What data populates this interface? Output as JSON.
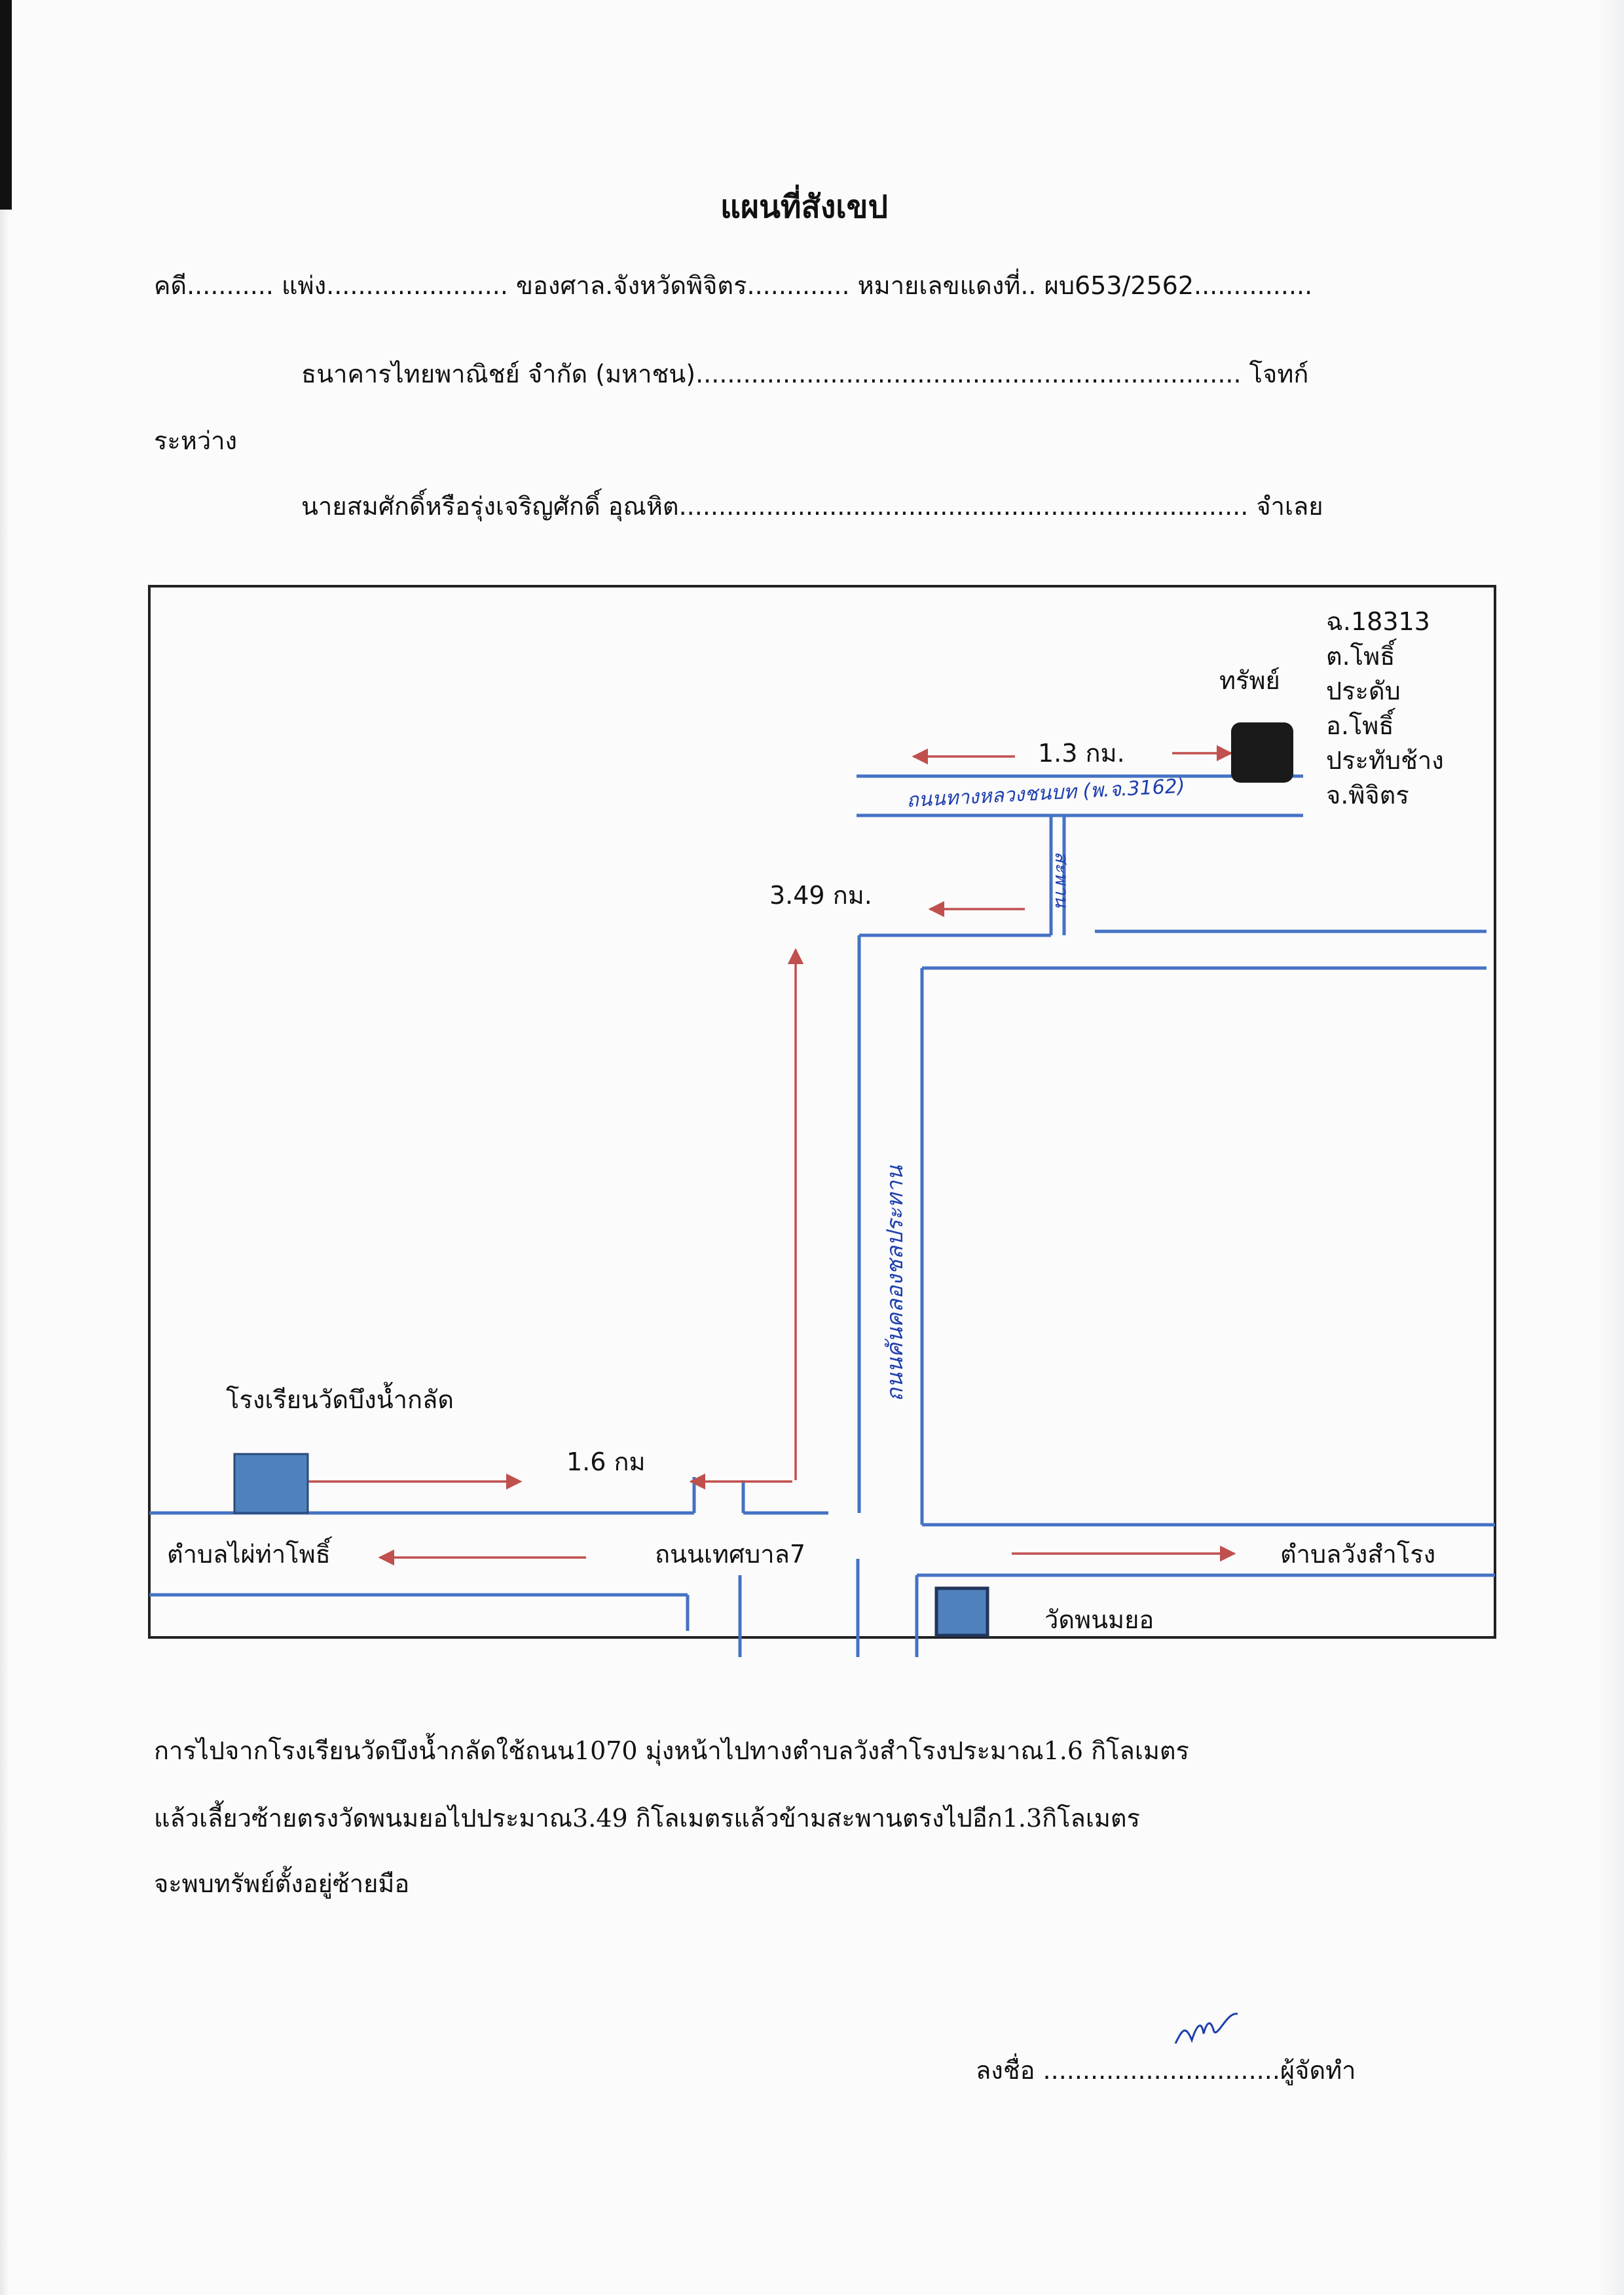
{
  "header": {
    "title": "แผนที่สังเขป",
    "case_line": "คดี........... แพ่ง....................... ของศาล.จังหวัดพิจิตร............. หมายเลขแดงที่.. ผบ653/2562..............."
  },
  "parties": {
    "plaintiff_text": "ธนาคารไทยพาณิชย์   จำกัด (มหาชน)..................................................................... โจทก์",
    "between_label": "ระหว่าง",
    "defendant_text": "นายสมศักดิ์หรือรุ่งเจริญศักดิ์ อุณหิต........................................................................ จำเลย"
  },
  "map": {
    "property": {
      "label": "ทรัพย์",
      "deed": "ฉ.18313",
      "details": [
        "ต.โพธิ์",
        "ประดับ",
        "อ.โพธิ์",
        "ประทับช้าง",
        "จ.พิจิตร"
      ]
    },
    "distances": {
      "to_property": "1.3 กม.",
      "north_segment": "3.49 กม.",
      "from_school": "1.6 กม"
    },
    "landmarks": {
      "school": "โรงเรียนวัดบึงน้ำกลัด",
      "temple": "วัดพนมยอ"
    },
    "roads": {
      "main_road": "ถนนเทศบาล7",
      "west_destination": "ตำบลไผ่ท่าโพธิ์",
      "east_destination": "ตำบลวังสำโรง",
      "handwritten_canal_road": "ถนนคันคลองชลประทาน",
      "handwritten_bridge": "สะพาน",
      "handwritten_top_road": "ถนนทางหลวงชนบท (พ.จ.3162)"
    },
    "colors": {
      "road": "#4472c4",
      "arrow": "#c0504d",
      "marker": "#4f81bd",
      "property_marker": "#1a1a1a"
    }
  },
  "directions": [
    "การไปจากโรงเรียนวัดบึงน้ำกลัดใช้ถนน1070 มุ่งหน้าไปทางตำบลวังสำโรงประมาณ1.6 กิโลเมตร",
    "แล้วเลี้ยวซ้ายตรงวัดพนมยอไปประมาณ3.49 กิโลเมตรแล้วข้ามสะพานตรงไปอีก1.3กิโลเมตร",
    "จะพบทรัพย์ตั้งอยู่ซ้ายมือ"
  ],
  "signature": {
    "text": "ลงชื่อ ..............................ผู้จัดทำ"
  }
}
